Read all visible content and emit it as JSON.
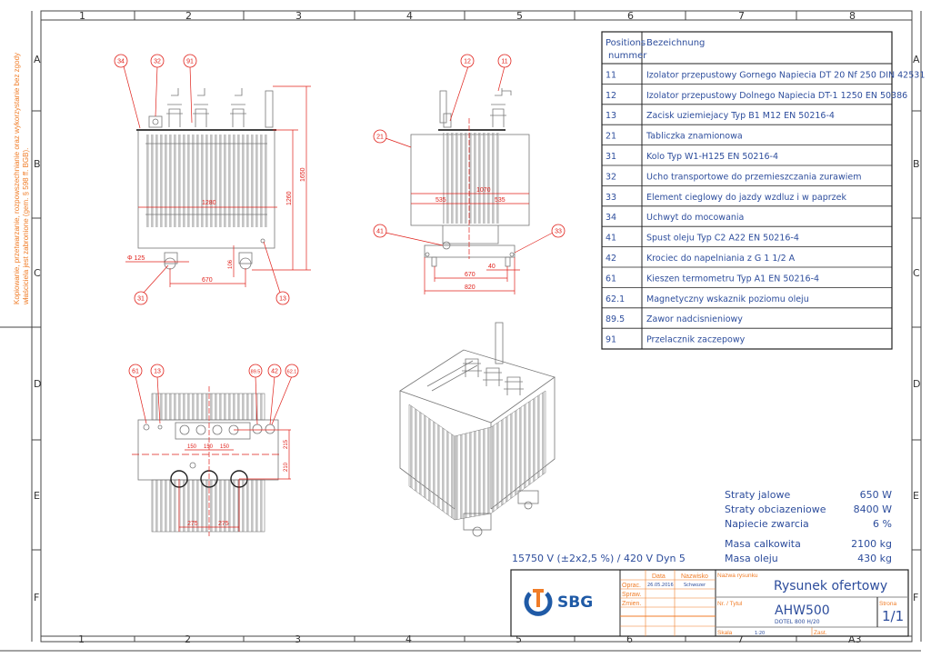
{
  "frame": {
    "columns": [
      "1",
      "2",
      "3",
      "4",
      "5",
      "6",
      "7",
      "8"
    ],
    "rows": [
      "A",
      "B",
      "C",
      "D",
      "E",
      "F"
    ],
    "bottom_columns": [
      "1",
      "2",
      "3",
      "4",
      "5",
      "6",
      "7",
      "A3"
    ],
    "margin_note_line1": "Kopiowanie, przetwarzanie, rozpowszechnianie oraz wykorzystanie bez zgody",
    "margin_note_line2": "właściciela jest zabronione (gem. § 598 ff. BGB)."
  },
  "colors": {
    "text": "#2d4d9c",
    "callout": "#e0201a",
    "titleblock": "#f07d28",
    "logo_orange": "#f07d28",
    "logo_blue": "#1f5aa6"
  },
  "views": {
    "front": {
      "callouts": [
        "34",
        "32",
        "91",
        "31",
        "13"
      ],
      "dims": [
        "1280",
        "1260",
        "1650",
        "670",
        "Φ 125",
        "106"
      ]
    },
    "side": {
      "callouts": [
        "12",
        "11",
        "21",
        "41",
        "33"
      ],
      "dims": [
        "1070",
        "535",
        "535",
        "40",
        "670",
        "820"
      ]
    },
    "top": {
      "callouts": [
        "61",
        "13",
        "89.5",
        "42",
        "62.1"
      ],
      "dims": [
        "150",
        "150",
        "150",
        "275",
        "275",
        "215",
        "210"
      ]
    }
  },
  "parts_table": {
    "header": {
      "pos": [
        "Positions",
        "nummer"
      ],
      "desc": "Bezeichnung"
    },
    "rows": [
      {
        "pos": "11",
        "desc": "Izolator przepustowy Gornego Napiecia DT 20 Nf 250 DIN 42531"
      },
      {
        "pos": "12",
        "desc": "Izolator przepustowy Dolnego Napiecia DT-1 1250 EN 50386"
      },
      {
        "pos": "13",
        "desc": "Zacisk uziemiejacy Typ B1 M12 EN 50216-4"
      },
      {
        "pos": "21",
        "desc": "Tabliczka znamionowa"
      },
      {
        "pos": "31",
        "desc": "Kolo Typ W1-H125 EN 50216-4"
      },
      {
        "pos": "32",
        "desc": "Ucho transportowe do przemieszczania zurawiem"
      },
      {
        "pos": "33",
        "desc": "Element cieglowy do jazdy wzdluz i w paprzek"
      },
      {
        "pos": "34",
        "desc": "Uchwyt do mocowania"
      },
      {
        "pos": "41",
        "desc": "Spust oleju Typ C2 A22 EN 50216-4"
      },
      {
        "pos": "42",
        "desc": "Krociec do napelniania z G 1 1/2 A"
      },
      {
        "pos": "61",
        "desc": "Kieszen termometru Typ A1 EN 50216-4"
      },
      {
        "pos": "62.1",
        "desc": "Magnetyczny wskaznik poziomu oleju"
      },
      {
        "pos": "89.5",
        "desc": "Zawor nadcisnieniowy"
      },
      {
        "pos": "91",
        "desc": "Przelacznik zaczepowy"
      }
    ]
  },
  "specs": [
    {
      "label": "Straty jalowe",
      "value": "650 W"
    },
    {
      "label": "Straty obciazeniowe",
      "value": "8400 W"
    },
    {
      "label": "Napiecie zwarcia",
      "value": "6 %"
    },
    {
      "label": "Masa calkowita",
      "value": "2100 kg"
    },
    {
      "label": "Masa oleju",
      "value": "430 kg"
    }
  ],
  "voltage": "15750 V (±2x2,5 %) / 420 V  Dyn 5",
  "title_block": {
    "logo": "SBG",
    "col_data": "Data",
    "col_name": "Nazwisko",
    "row_oprac": "Oprac.",
    "row_spraw": "Spraw.",
    "row_zmien": "Zmien.",
    "oprac_date": "26.05.2016",
    "oprac_name": "Schwozer",
    "drawing_name_label": "Nazwa rysunku",
    "drawing_name": "Rysunek ofertowy",
    "number_label": "Nr. / Tytul",
    "number": "AHW500",
    "subtitle": "DOTEL 800 H/20",
    "page_label": "Strona",
    "page": "1/1",
    "scale_label": "Skala",
    "scale": "1:20",
    "zast_label": "Zast."
  }
}
